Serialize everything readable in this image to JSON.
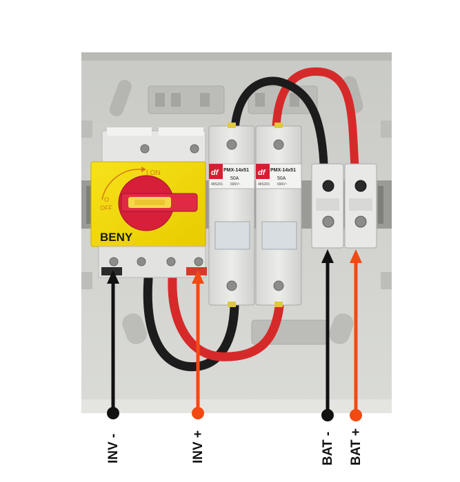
{
  "switch": {
    "brand": "BENY",
    "on_label": "I ON",
    "off_label": "OFF",
    "off_symbol": "O"
  },
  "fuses": [
    {
      "logo": "df",
      "model": "PMX-14x51",
      "rating": "50A",
      "code": "48S201",
      "voltage": "690V~"
    },
    {
      "logo": "df",
      "model": "PMX-14x51",
      "rating": "50A",
      "code": "48S201",
      "voltage": "690V~"
    }
  ],
  "callouts": [
    {
      "label": "INV -",
      "color": "#111111"
    },
    {
      "label": "INV +",
      "color": "#f24a12"
    },
    {
      "label": "BAT -",
      "color": "#111111"
    },
    {
      "label": "BAT +",
      "color": "#f24a12"
    }
  ],
  "colors": {
    "switch_body": "#f4d900",
    "knob": "#d81f3a",
    "cable_red": "#d62a2a",
    "cable_black": "#1c1c1c",
    "enclosure": "#cfd0cc"
  }
}
